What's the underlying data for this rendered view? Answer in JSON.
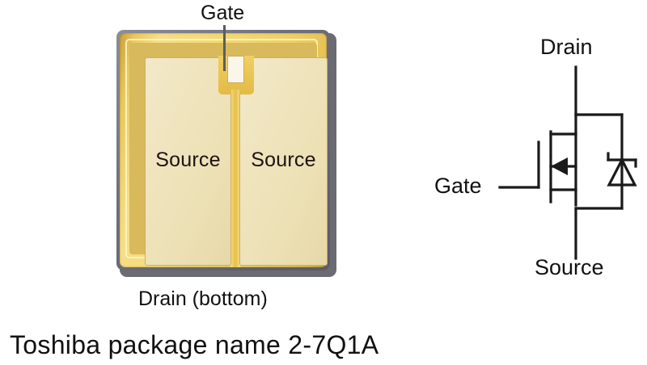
{
  "figure": {
    "caption": "Toshiba package name  2-7Q1A",
    "background_color": "#ffffff"
  },
  "package": {
    "title_label": "Gate",
    "bottom_label": "Drain (bottom)",
    "pads": [
      {
        "name": "source-left",
        "label": "Source"
      },
      {
        "name": "source-right",
        "label": "Source"
      }
    ],
    "colors": {
      "gold": "#f0cf62",
      "gold_dark": "#c9a23c",
      "pad_fill": "#efe4bd",
      "rim": "#6e6e78",
      "gate_window": "#faf6ea"
    }
  },
  "schematic": {
    "type": "n-channel-mosfet-with-body-diode",
    "terminals": {
      "drain": "Drain",
      "gate": "Gate",
      "source": "Source"
    },
    "line_color": "#1a1a1a"
  }
}
